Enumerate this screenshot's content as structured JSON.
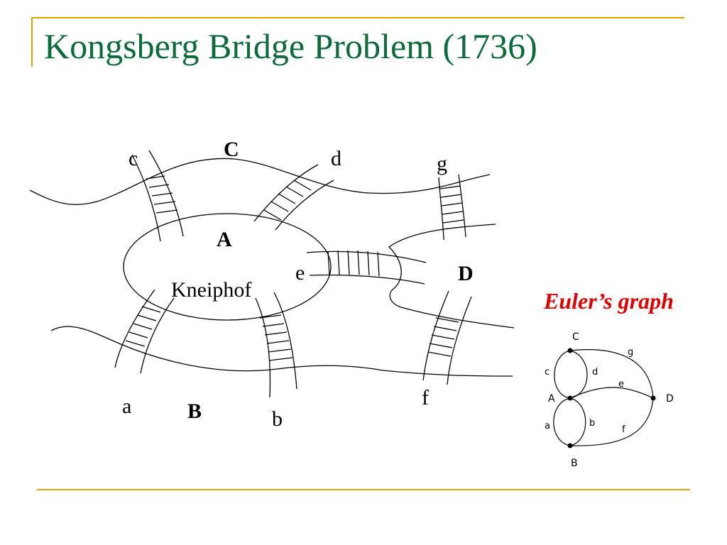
{
  "slide": {
    "title": "Kongsberg Bridge Problem (1736)",
    "accent_color": "#dba400",
    "title_color": "#0b6b3a"
  },
  "map": {
    "land_labels": {
      "A": "A",
      "B": "B",
      "C": "C",
      "D": "D"
    },
    "island_name": "Kneiphof",
    "bridge_labels": {
      "a": "a",
      "b": "b",
      "c": "c",
      "d": "d",
      "e": "e",
      "f": "f",
      "g": "g"
    }
  },
  "euler_graph": {
    "title": "Euler’s graph",
    "title_color": "#e00000",
    "nodes": [
      "C",
      "A",
      "B",
      "D"
    ],
    "edges": [
      {
        "label": "a",
        "from": "A",
        "to": "B"
      },
      {
        "label": "b",
        "from": "A",
        "to": "B"
      },
      {
        "label": "c",
        "from": "A",
        "to": "C"
      },
      {
        "label": "d",
        "from": "A",
        "to": "C"
      },
      {
        "label": "e",
        "from": "A",
        "to": "D"
      },
      {
        "label": "f",
        "from": "B",
        "to": "D"
      },
      {
        "label": "g",
        "from": "C",
        "to": "D"
      }
    ]
  }
}
